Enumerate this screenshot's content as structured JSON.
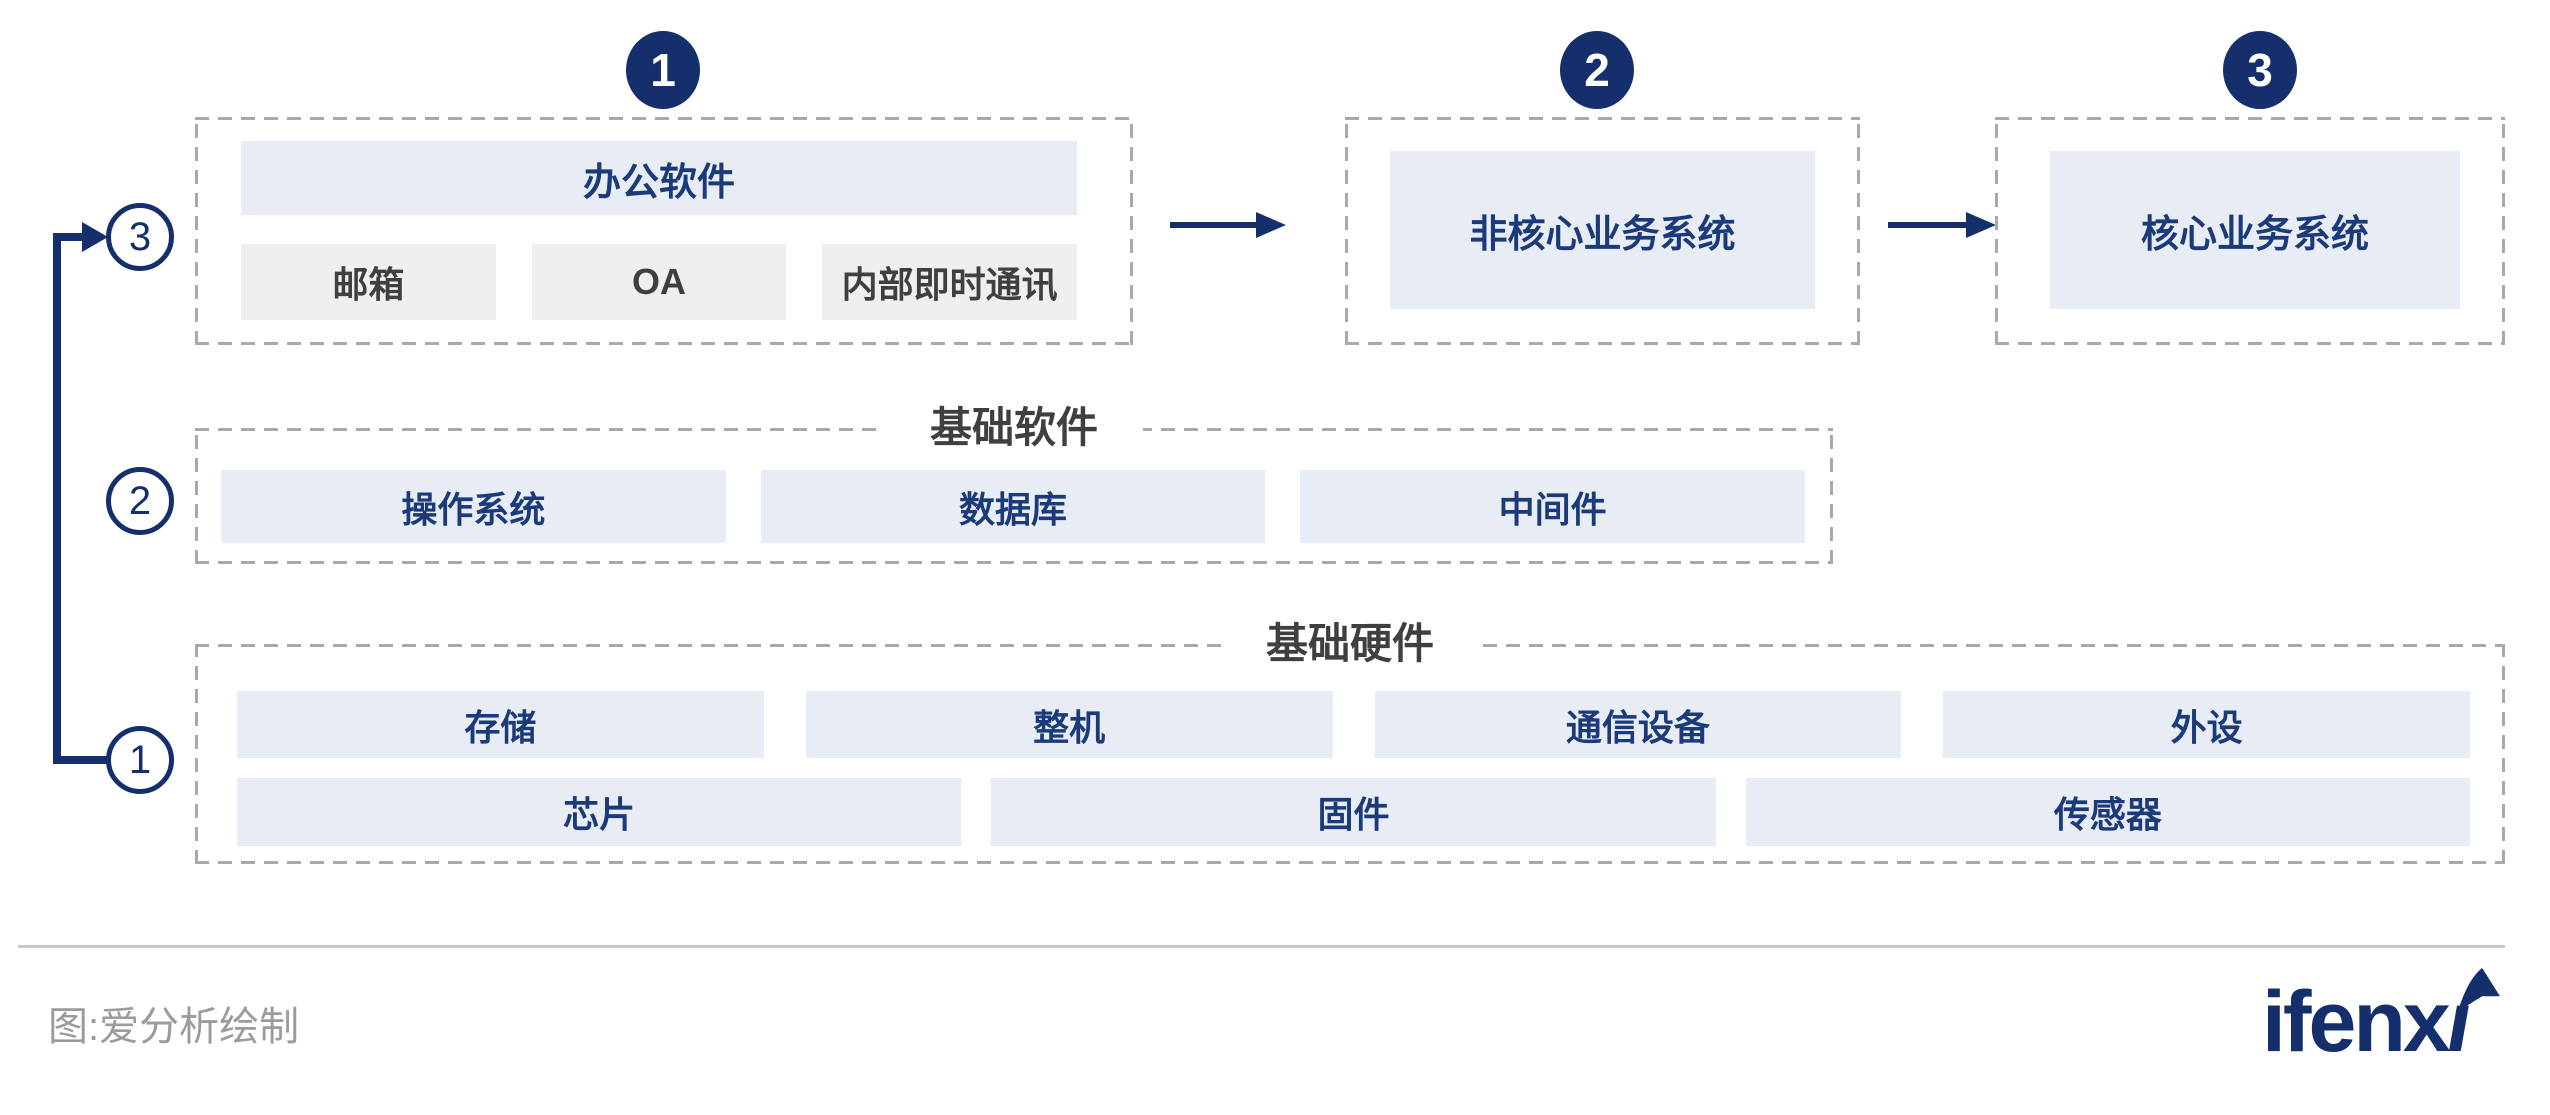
{
  "colors": {
    "navy": "#142f6b",
    "navy_text": "#1b3a7a",
    "light_blue_box": "#e8edf5",
    "gray_box": "#efefef",
    "dark_text": "#3f3f3f",
    "dashed_border": "#a9a9a9",
    "caption_gray": "#9b9b9b"
  },
  "flow": {
    "step1": {
      "badge": "1",
      "title": "办公软件",
      "items": [
        "邮箱",
        "OA",
        "内部即时通讯"
      ]
    },
    "step2": {
      "badge": "2",
      "label": "非核心业务系统"
    },
    "step3": {
      "badge": "3",
      "label": "核心业务系统"
    }
  },
  "layers": {
    "software": {
      "title": "基础软件",
      "items": [
        "操作系统",
        "数据库",
        "中间件"
      ]
    },
    "hardware": {
      "title": "基础硬件",
      "row1": [
        "存储",
        "整机",
        "通信设备",
        "外设"
      ],
      "row2": [
        "芯片",
        "固件",
        "传感器"
      ]
    }
  },
  "left_markers": {
    "office_level": "3",
    "software_level": "2",
    "hardware_level": "1"
  },
  "footer": {
    "caption": "图:爱分析绘制",
    "logo_text": "ifenxi"
  }
}
